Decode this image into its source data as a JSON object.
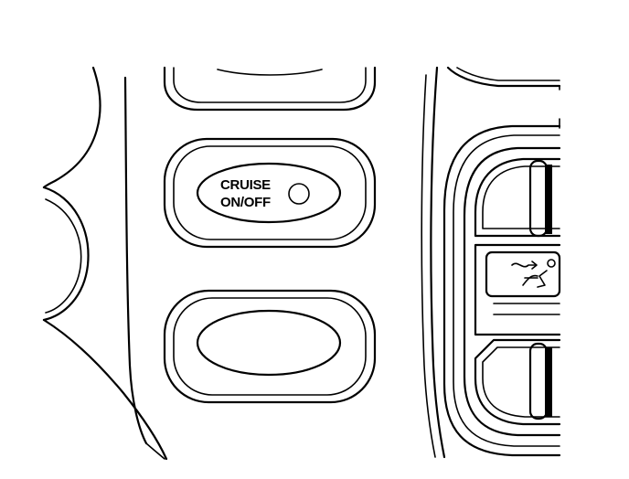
{
  "buttons": {
    "cruise": {
      "line1": "CRUISE",
      "line2": "ON/OFF"
    }
  },
  "colors": {
    "ink": "#000000",
    "paper": "#ffffff"
  },
  "icons": {
    "cruise_indicator": "circle-led-indicator",
    "vent_mode": "ventilation-airflow-icon"
  }
}
